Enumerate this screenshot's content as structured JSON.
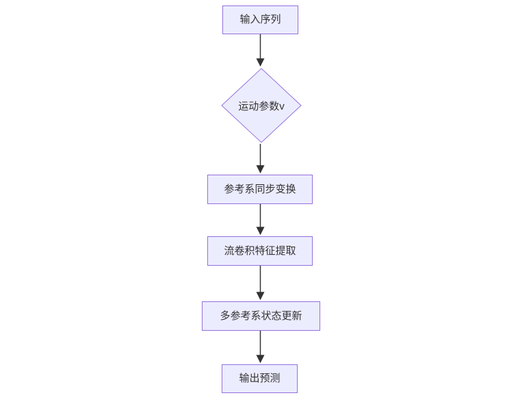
{
  "diagram": {
    "type": "flowchart",
    "direction": "top-to-bottom",
    "nodes": [
      {
        "id": "A",
        "shape": "rect",
        "label": "输入序列"
      },
      {
        "id": "B",
        "shape": "diamond",
        "label": "运动参数v"
      },
      {
        "id": "C",
        "shape": "rect",
        "label": "参考系同步变换"
      },
      {
        "id": "D",
        "shape": "rect",
        "label": "流卷积特征提取"
      },
      {
        "id": "E",
        "shape": "rect",
        "label": "多参考系状态更新"
      },
      {
        "id": "F",
        "shape": "rect",
        "label": "输出预测"
      }
    ],
    "edges": [
      {
        "from": "A",
        "to": "B",
        "label": ""
      },
      {
        "from": "B",
        "to": "C",
        "label": ""
      },
      {
        "from": "C",
        "to": "D",
        "label": ""
      },
      {
        "from": "D",
        "to": "E",
        "label": ""
      },
      {
        "from": "E",
        "to": "F",
        "label": ""
      }
    ],
    "colors": {
      "node_fill": "#ECECFF",
      "node_border": "#9370DB",
      "text": "#333333",
      "edge": "#333333",
      "background": "#ffffff"
    }
  }
}
